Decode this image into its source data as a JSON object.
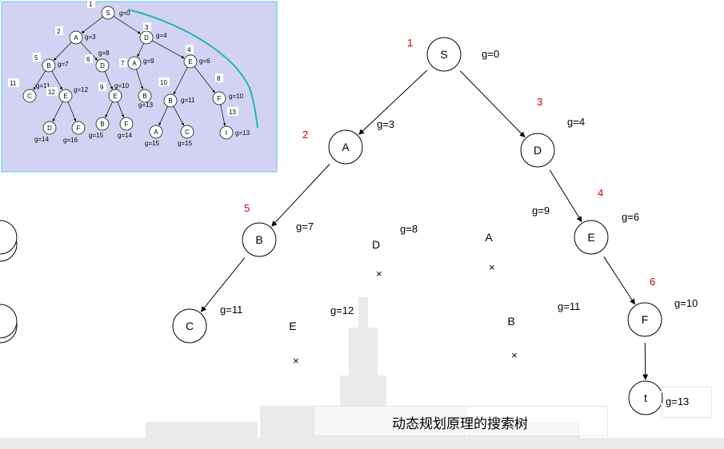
{
  "caption": "动态规划原理的搜索树",
  "main_tree": {
    "nodes": [
      {
        "id": "S",
        "label": "S",
        "g": "g=0",
        "order": "1",
        "pruned": false
      },
      {
        "id": "A1",
        "label": "A",
        "g": "g=3",
        "order": "2",
        "pruned": false
      },
      {
        "id": "D1",
        "label": "D",
        "g": "g=4",
        "order": "3",
        "pruned": false
      },
      {
        "id": "B1",
        "label": "B",
        "g": "g=7",
        "order": "5",
        "pruned": false
      },
      {
        "id": "D2",
        "label": "D",
        "g": "g=8",
        "order": "",
        "pruned": true
      },
      {
        "id": "A2",
        "label": "A",
        "g": "g=9",
        "order": "",
        "pruned": true
      },
      {
        "id": "E1",
        "label": "E",
        "g": "g=6",
        "order": "4",
        "pruned": false
      },
      {
        "id": "C1",
        "label": "C",
        "g": "g=11",
        "order": "",
        "pruned": false
      },
      {
        "id": "E2",
        "label": "E",
        "g": "g=12",
        "order": "",
        "pruned": true
      },
      {
        "id": "B2",
        "label": "B",
        "g": "g=11",
        "order": "",
        "pruned": true
      },
      {
        "id": "F1",
        "label": "F",
        "g": "g=10",
        "order": "6",
        "pruned": false
      },
      {
        "id": "T",
        "label": "t",
        "g": "g=13",
        "order": "",
        "pruned": false
      }
    ],
    "edges": [
      [
        "S",
        "A1"
      ],
      [
        "S",
        "D1"
      ],
      [
        "A1",
        "B1"
      ],
      [
        "A1",
        "D2"
      ],
      [
        "D1",
        "A2"
      ],
      [
        "D1",
        "E1"
      ],
      [
        "B1",
        "C1"
      ],
      [
        "B1",
        "E2"
      ],
      [
        "E1",
        "B2"
      ],
      [
        "E1",
        "F1"
      ],
      [
        "F1",
        "T"
      ]
    ],
    "prune_mark": "×"
  },
  "inset_tree": {
    "nodes": [
      {
        "id": "S",
        "label": "S",
        "g": "g=0",
        "order": "1"
      },
      {
        "id": "A",
        "label": "A",
        "g": "g=3",
        "order": "2"
      },
      {
        "id": "D",
        "label": "D",
        "g": "g=4",
        "order": "3"
      },
      {
        "id": "B",
        "label": "B",
        "g": "g=7",
        "order": "5"
      },
      {
        "id": "D2",
        "label": "D",
        "g": "g=8",
        "order": "6"
      },
      {
        "id": "A2",
        "label": "A",
        "g": "g=9",
        "order": "7"
      },
      {
        "id": "E",
        "label": "E",
        "g": "g=6",
        "order": "4"
      },
      {
        "id": "C",
        "label": "C",
        "g": "g=11",
        "order": "11"
      },
      {
        "id": "E2",
        "label": "E",
        "g": "g=12",
        "order": "12"
      },
      {
        "id": "E3",
        "label": "E",
        "g": "g=10",
        "order": "9"
      },
      {
        "id": "B3",
        "label": "B",
        "g": "g=13",
        "order": ""
      },
      {
        "id": "B4",
        "label": "B",
        "g": "g=11",
        "order": "10"
      },
      {
        "id": "F",
        "label": "F",
        "g": "g=10",
        "order": "8"
      },
      {
        "id": "D3",
        "label": "D",
        "g": "g=14",
        "order": ""
      },
      {
        "id": "F2",
        "label": "F",
        "g": "g=16",
        "order": ""
      },
      {
        "id": "B5",
        "label": "B",
        "g": "g=15",
        "order": ""
      },
      {
        "id": "F3",
        "label": "F",
        "g": "g=14",
        "order": ""
      },
      {
        "id": "A3",
        "label": "A",
        "g": "g=15",
        "order": ""
      },
      {
        "id": "C2",
        "label": "C",
        "g": "g=15",
        "order": ""
      },
      {
        "id": "T",
        "label": "t",
        "g": "g=13",
        "order": "13"
      }
    ],
    "edges": [
      [
        "S",
        "A"
      ],
      [
        "S",
        "D"
      ],
      [
        "A",
        "B"
      ],
      [
        "A",
        "D2"
      ],
      [
        "D",
        "A2"
      ],
      [
        "D",
        "E"
      ],
      [
        "B",
        "C"
      ],
      [
        "B",
        "E2"
      ],
      [
        "D2",
        "E3"
      ],
      [
        "A2",
        "B3"
      ],
      [
        "E",
        "B4"
      ],
      [
        "E",
        "F"
      ],
      [
        "E2",
        "D3"
      ],
      [
        "E2",
        "F2"
      ],
      [
        "E3",
        "B5"
      ],
      [
        "E3",
        "F3"
      ],
      [
        "B4",
        "A3"
      ],
      [
        "B4",
        "C2"
      ],
      [
        "F",
        "T"
      ]
    ]
  },
  "colors": {
    "inset_bg": "#d2d3f2",
    "inset_border": "#6fd0e6",
    "order": "#c00000",
    "arc": "#1eb7b7"
  }
}
